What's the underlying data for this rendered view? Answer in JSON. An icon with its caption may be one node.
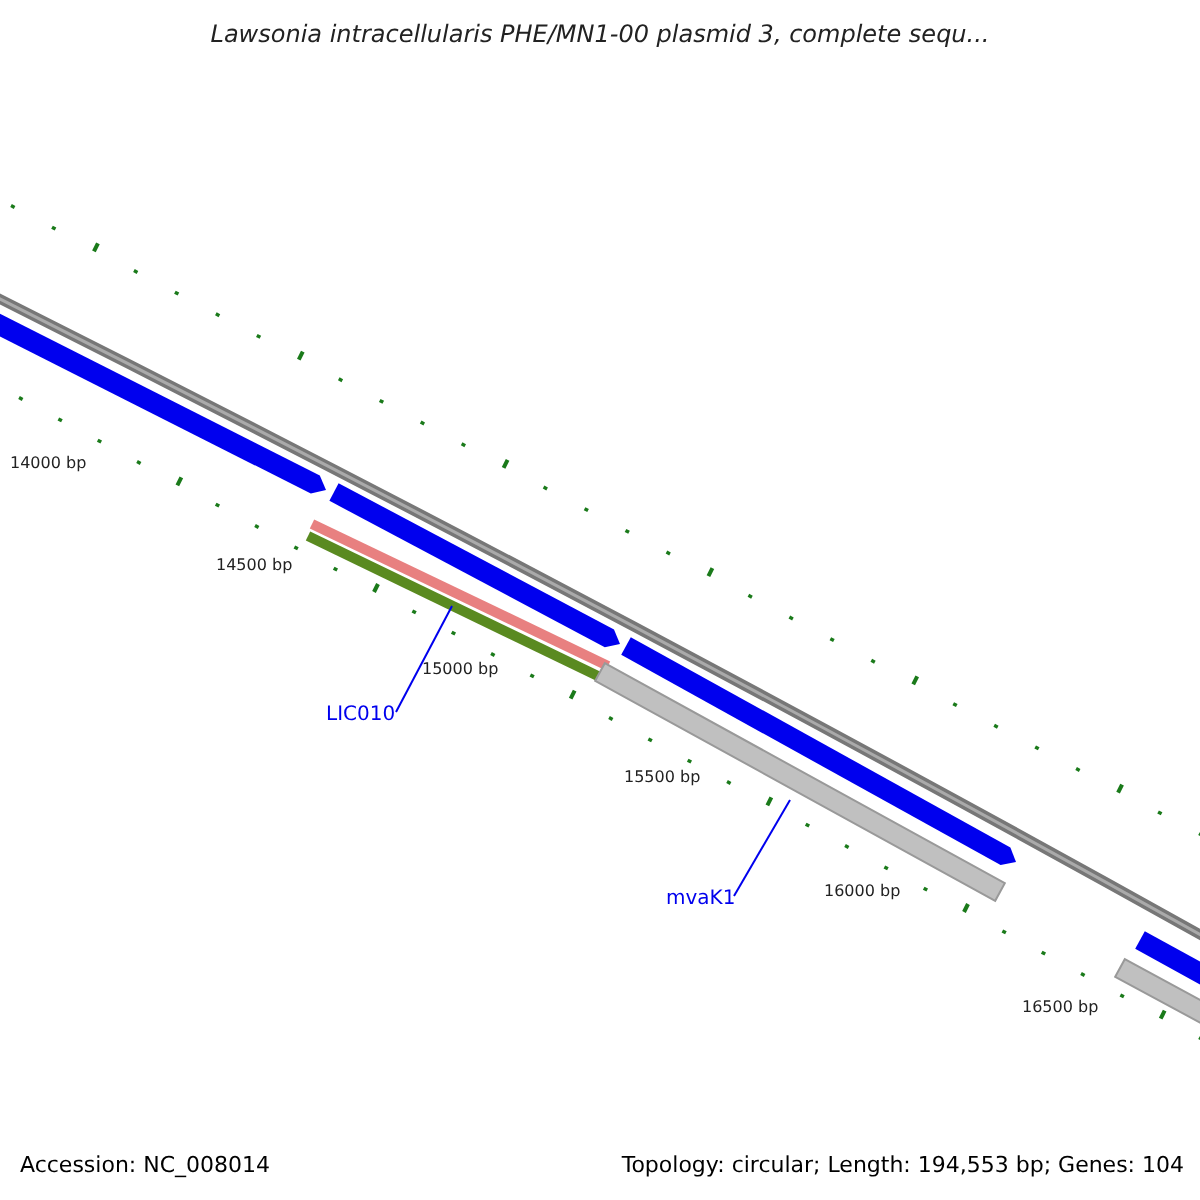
{
  "diagram": {
    "title": "Lawsonia intracellularis PHE/MN1-00 plasmid 3, complete sequ...",
    "nodes": [
      {
        "text": [
          "LIC010"
        ]
      },
      {
        "text": [],
        "shape": "bar"
      },
      {
        "text": [
          "mvaK1"
        ]
      },
      {
        "text": [],
        "shape": "bar"
      }
    ],
    "edges": [
      {
        "from": 0,
        "to": 1,
        "arrow": "none"
      },
      {
        "from": 2,
        "to": 3,
        "arrow": "none"
      }
    ],
    "labels": [
      "14000 bp",
      "14500 bp",
      "15000 bp",
      "15500 bp",
      "16000 bp",
      "16500 bp",
      "Accession: NC_008014",
      "Topology: circular; Length: 194,553 bp; Genes: 104"
    ]
  }
}
